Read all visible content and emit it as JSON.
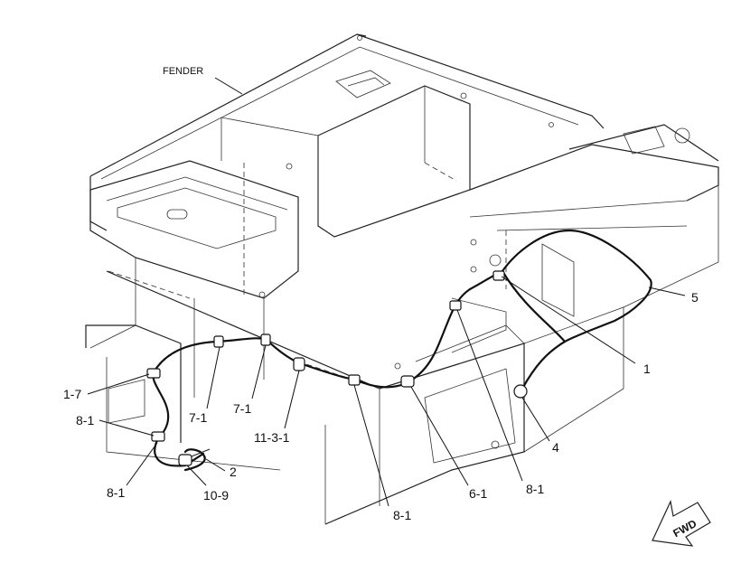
{
  "diagram": {
    "labels": {
      "fender": "FENDER",
      "fwd": "FWD",
      "c1_7": "1-7",
      "c8_1_left": "8-1",
      "c8_1_lower": "8-1",
      "c7_1_a": "7-1",
      "c7_1_b": "7-1",
      "c11_3_1": "11-3-1",
      "c10_9": "10-9",
      "c2": "2",
      "c8_1_bottom": "8-1",
      "c6_1": "6-1",
      "c8_1_right": "8-1",
      "c4": "4",
      "c1": "1",
      "c5": "5"
    }
  }
}
